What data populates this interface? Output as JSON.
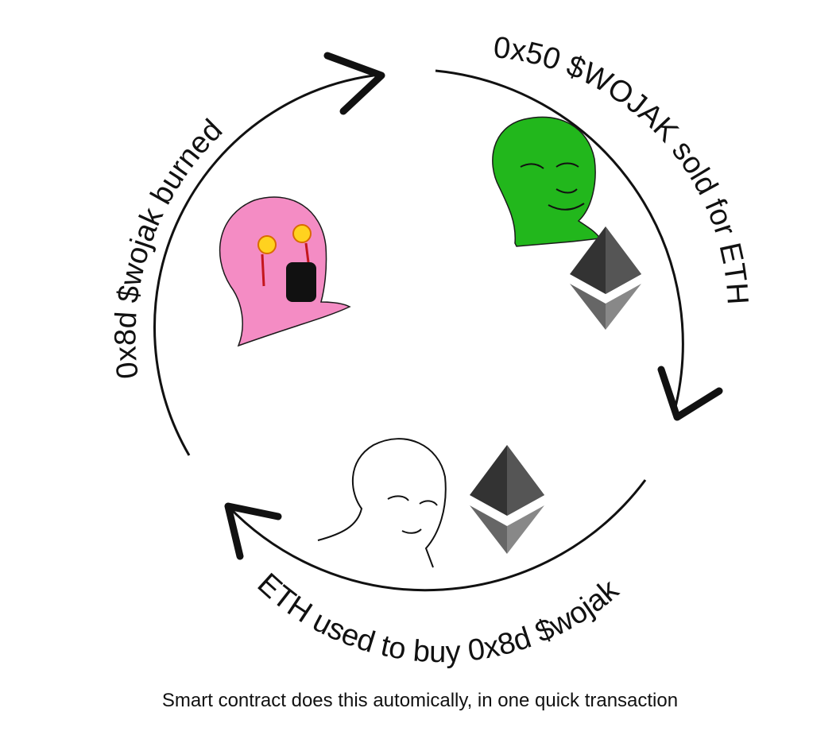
{
  "steps": {
    "sold": {
      "label": "0x50 $WOJAK sold for ETH"
    },
    "bought": {
      "label": "ETH used to buy 0x8d $wojak"
    },
    "burned": {
      "label": "0x8d $wojak burned"
    }
  },
  "caption": "Smart contract does this automically, in one quick transaction",
  "colors": {
    "green_wojak": "#22b71c",
    "pink_wojak": "#f48cc4",
    "eth_dark": "#333333",
    "eth_light": "#8a8a8a",
    "fire": "#ffd21f"
  },
  "icons": [
    "green-wojak-icon",
    "eth-logo-icon",
    "white-wojak-icon",
    "pink-burning-wojak-icon"
  ]
}
